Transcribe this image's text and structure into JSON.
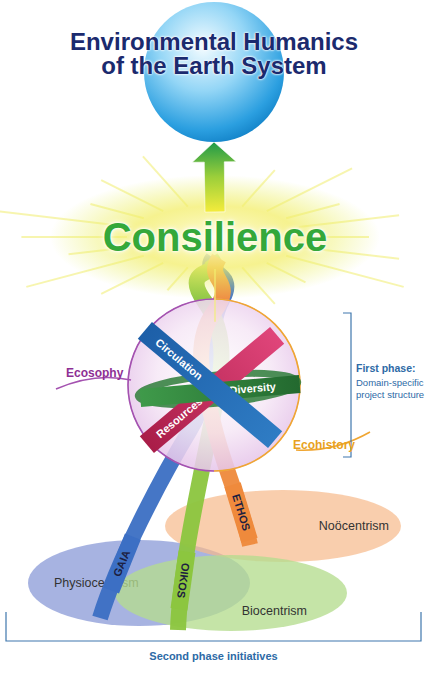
{
  "diagram": {
    "nodes": [
      {
        "text": [
          "Environmental Humanics of the Earth System"
        ]
      },
      {
        "text": [
          "Consilience"
        ]
      },
      {
        "text": [
          "Circulation"
        ]
      },
      {
        "text": [
          "Diversity"
        ]
      },
      {
        "text": [
          "Resources"
        ]
      },
      {
        "text": [
          "GAIA"
        ]
      },
      {
        "text": [
          "ETHOS"
        ]
      },
      {
        "text": [
          "OIKOS"
        ]
      },
      {
        "text": [
          "Physiocentrism"
        ]
      },
      {
        "text": [
          "Noöcentrism"
        ]
      },
      {
        "text": [
          "Biocentrism"
        ]
      }
    ],
    "edges": [
      {
        "from": 1,
        "to": 0,
        "arrow": "to"
      }
    ],
    "labels": [
      "Ecosophy",
      "Ecohistory",
      "First phase:",
      "Domain-specific project structure",
      "Second phase initiatives"
    ]
  }
}
